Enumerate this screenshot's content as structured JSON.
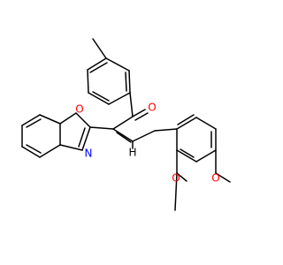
{
  "atoms": {
    "carbonyl_oxygen": {
      "symbol": "O",
      "color": "#ff0000"
    },
    "ring_oxygen": {
      "symbol": "O",
      "color": "#ff0000"
    },
    "ring_nitrogen": {
      "symbol": "N",
      "color": "#0000ff"
    },
    "methoxy_oxygen_1": {
      "symbol": "O",
      "color": "#ff0000"
    },
    "methoxy_oxygen_2": {
      "symbol": "O",
      "color": "#ff0000"
    },
    "vinyl_hydrogen": {
      "symbol": "H",
      "color": "#000000"
    }
  }
}
